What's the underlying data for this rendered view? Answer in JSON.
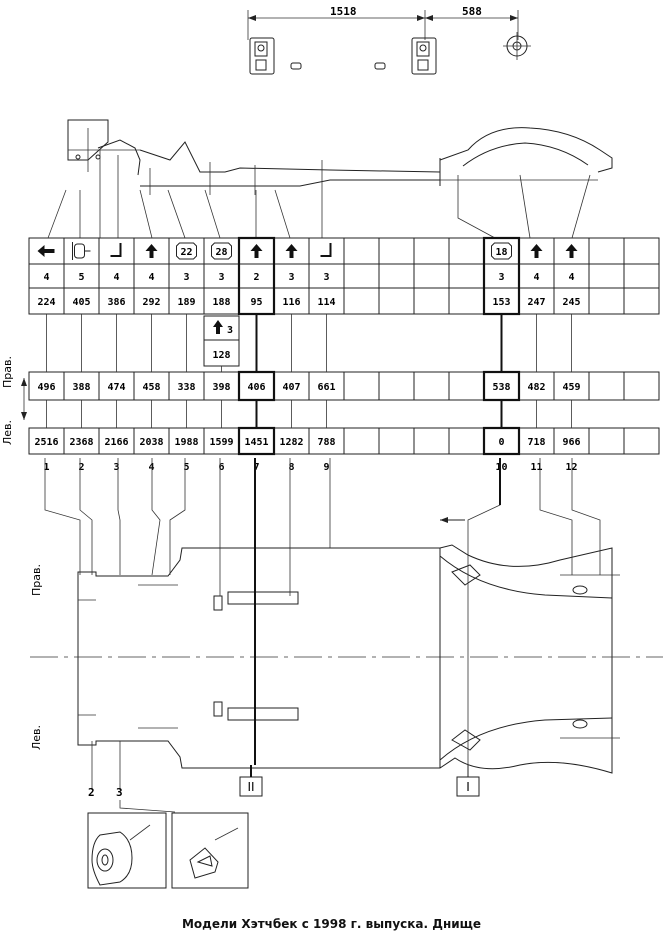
{
  "dims": {
    "d1": "1518",
    "d2": "588"
  },
  "side_labels": {
    "right": "Прав.",
    "left": "Лев."
  },
  "row1": {
    "icons": [
      "arrow-left",
      "bolt-side",
      "bracket",
      "arrow-up",
      "22",
      "28",
      "arrow-up",
      "arrow-up",
      "bracket",
      "",
      "",
      "",
      "",
      "18",
      "arrow-up",
      "arrow-up",
      "",
      ""
    ],
    "counts": [
      "4",
      "5",
      "4",
      "4",
      "3",
      "3",
      "2",
      "3",
      "3",
      "",
      "",
      "",
      "",
      "3",
      "4",
      "4",
      "",
      ""
    ],
    "values": [
      "224",
      "405",
      "386",
      "292",
      "189",
      "188",
      "95",
      "116",
      "114",
      "",
      "",
      "",
      "",
      "153",
      "247",
      "245",
      "",
      ""
    ]
  },
  "extra": {
    "count": "3",
    "value": "128"
  },
  "row2": {
    "values": [
      "496",
      "388",
      "474",
      "458",
      "338",
      "398",
      "406",
      "407",
      "661",
      "",
      "",
      "",
      "",
      "538",
      "482",
      "459",
      "",
      ""
    ]
  },
  "row3": {
    "values": [
      "2516",
      "2368",
      "2166",
      "2038",
      "1988",
      "1599",
      "1451",
      "1282",
      "788",
      "",
      "",
      "",
      "",
      "0",
      "718",
      "966",
      "",
      ""
    ]
  },
  "point_numbers": [
    "1",
    "2",
    "3",
    "4",
    "5",
    "6",
    "7",
    "8",
    "9",
    "",
    "",
    "",
    "",
    "10",
    "11",
    "12",
    "",
    ""
  ],
  "sections": {
    "s2": "II",
    "s1": "I"
  },
  "bottom_points": {
    "p2": "2",
    "p3": "3"
  },
  "caption": "Модели Хэтчбек с 1998 г. выпуска. Днище"
}
